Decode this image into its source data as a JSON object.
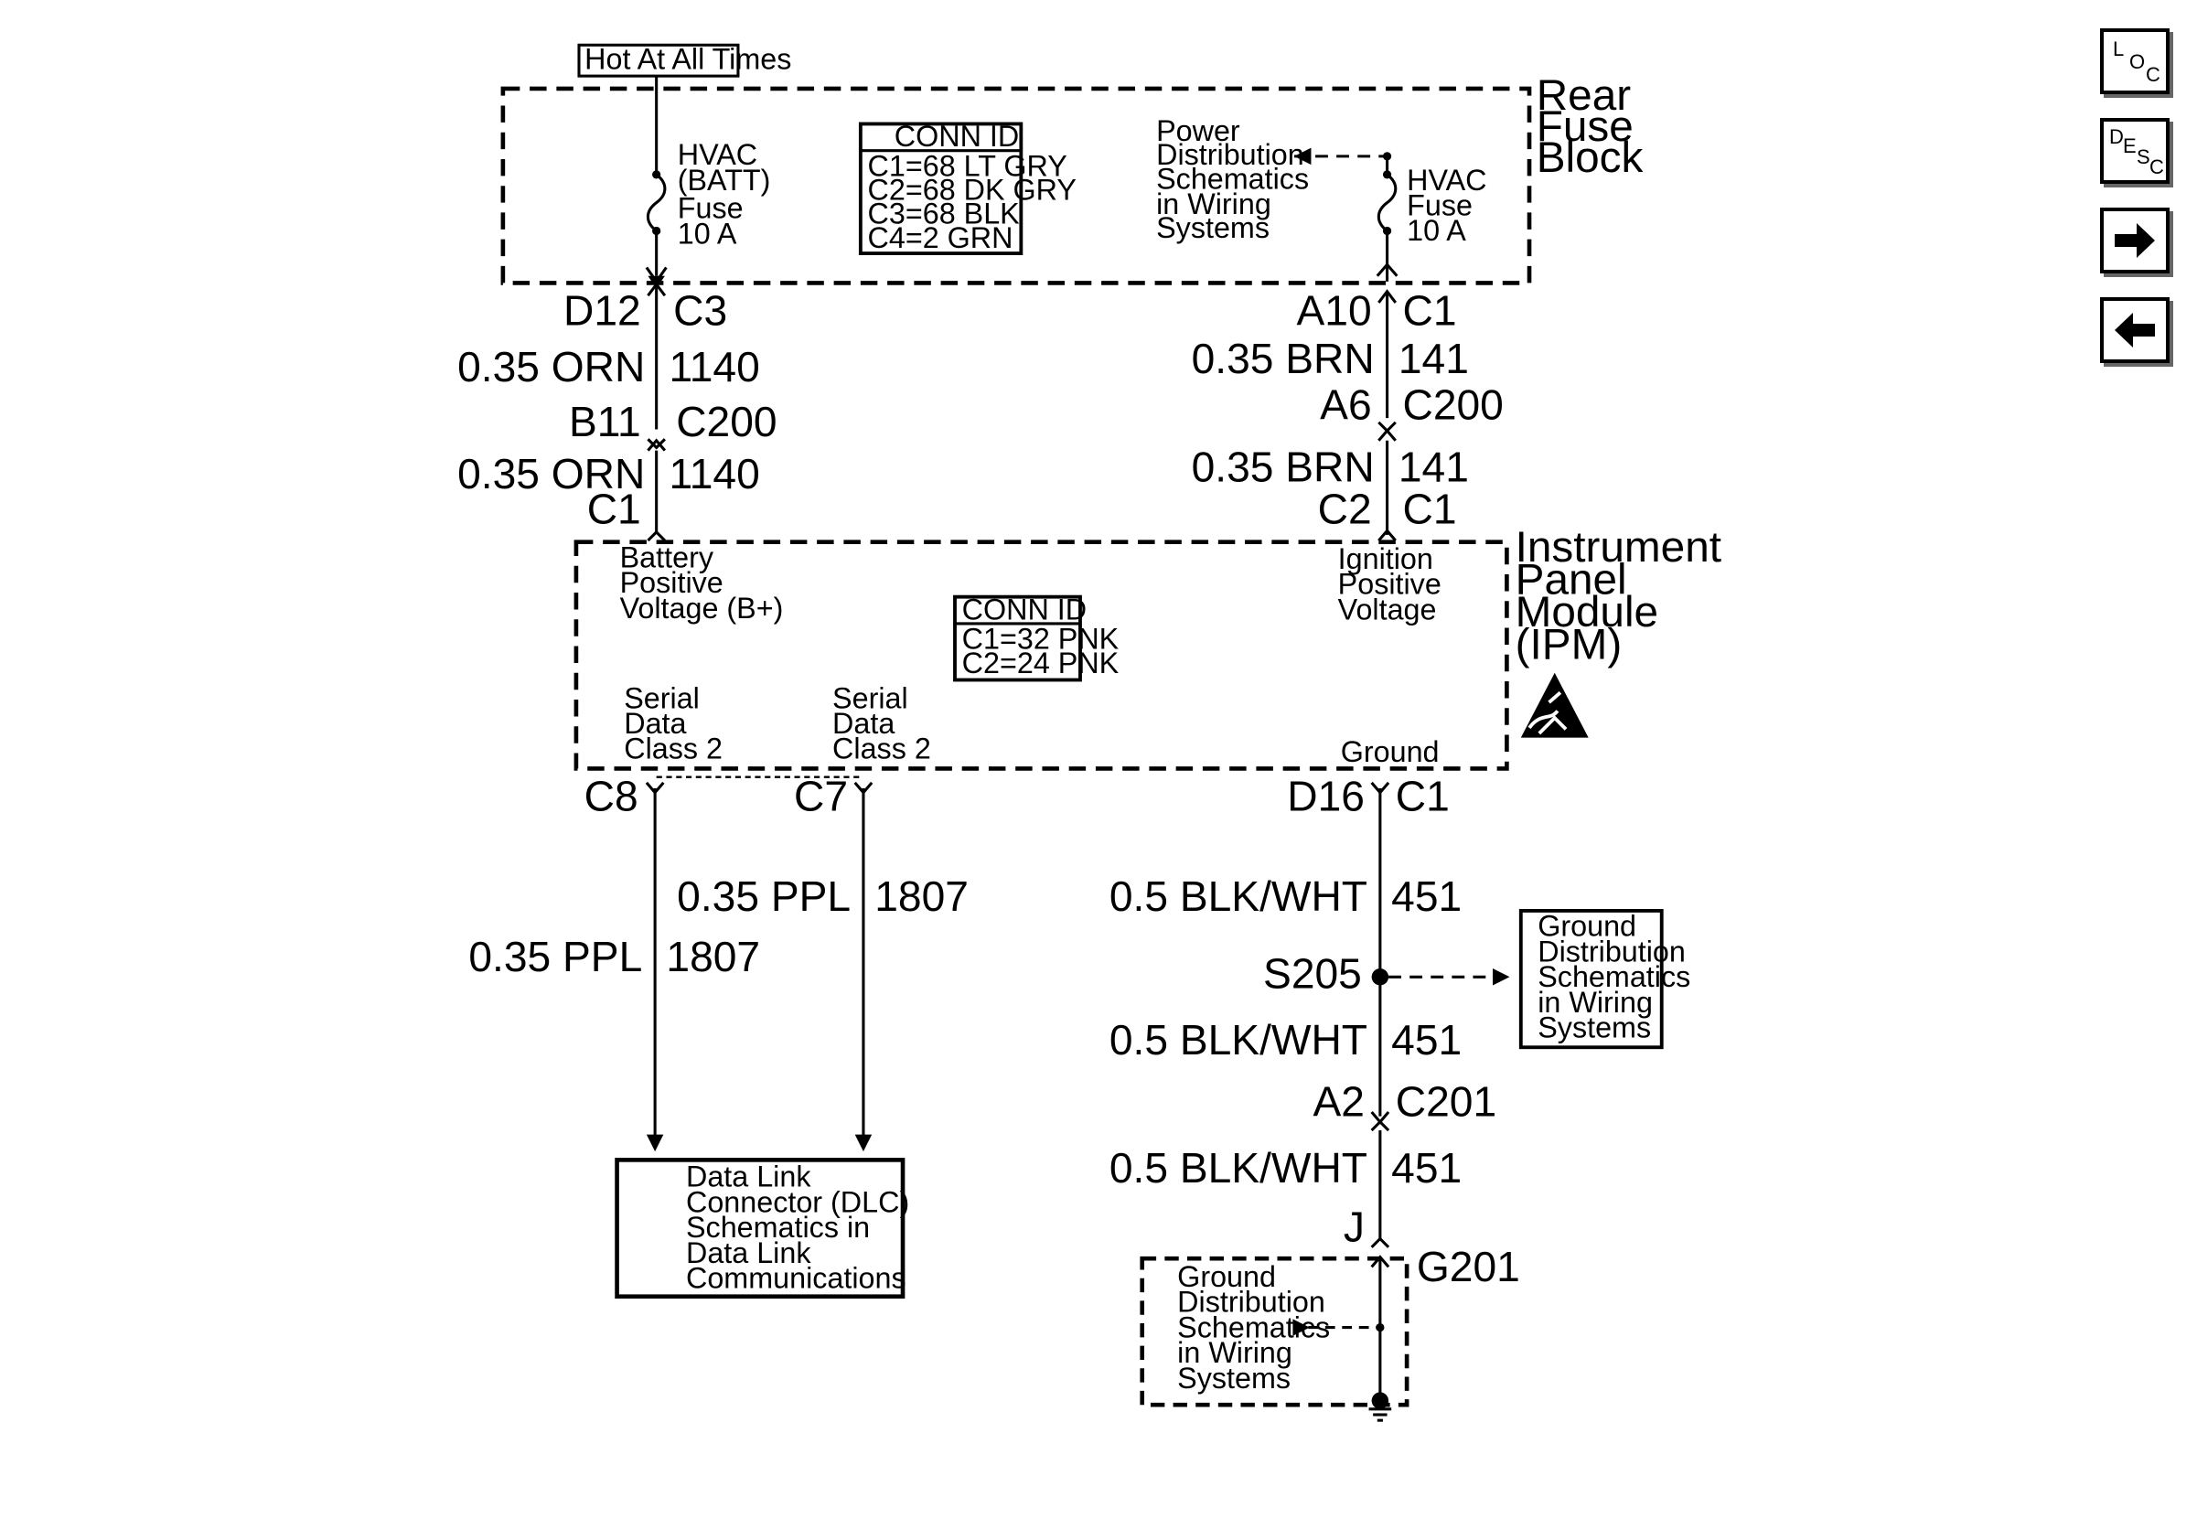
{
  "labels": {
    "hot": "Hot At All Times",
    "rear_fuse_block": [
      "Rear",
      "Fuse",
      "Block"
    ],
    "hvac_batt_fuse": [
      "HVAC",
      "(BATT)",
      "Fuse",
      "10 A"
    ],
    "hvac_fuse": [
      "HVAC",
      "Fuse",
      "10 A"
    ],
    "power_dist": [
      "Power",
      "Distribution",
      "Schematics",
      "in Wiring",
      "Systems"
    ],
    "conn_id_rear": [
      "CONN ID",
      "C1=68 LT GRY",
      "C2=68 DK GRY",
      "C3=68 BLK",
      "C4=2 GRN"
    ],
    "ipm": [
      "Instrument",
      "Panel",
      "Module",
      "(IPM)"
    ],
    "conn_id_ipm": [
      "CONN ID",
      "C1=32 PNK",
      "C2=24 PNK"
    ],
    "battery_positive": [
      "Battery",
      "Positive",
      "Voltage (B+)"
    ],
    "ignition_positive": [
      "Ignition",
      "Positive",
      "Voltage"
    ],
    "serial_data_1": [
      "Serial",
      "Data",
      "Class 2"
    ],
    "serial_data_2": [
      "Serial",
      "Data",
      "Class 2"
    ],
    "ground": "Ground",
    "ground_dist_right": [
      "Ground",
      "Distribution",
      "Schematics",
      "in Wiring",
      "Systems"
    ],
    "ground_dist_bottom": [
      "Ground",
      "Distribution",
      "Schematics",
      "in Wiring",
      "Systems"
    ],
    "dlc": [
      "Data Link",
      "Connector (DLC)",
      "Schematics in",
      "Data Link",
      "Communications"
    ]
  },
  "connectors": {
    "d12": "D12",
    "c3": "C3",
    "b11": "B11",
    "c200_left": "C200",
    "c1_ipm_left": "C1",
    "a10": "A10",
    "c1_rfb": "C1",
    "a6": "A6",
    "c200_right": "C200",
    "c2_ipm": "C2",
    "c1_ipm_right": "C1",
    "c8": "C8",
    "c7": "C7",
    "d16": "D16",
    "c1_ipm_ground": "C1",
    "s205": "S205",
    "a2": "A2",
    "c201": "C201",
    "j": "J",
    "g201": "G201"
  },
  "wires": {
    "orn_upper_size": "0.35 ORN",
    "orn_upper_circuit": "1140",
    "orn_lower_size": "0.35 ORN",
    "orn_lower_circuit": "1140",
    "brn_upper_size": "0.35 BRN",
    "brn_upper_circuit": "141",
    "brn_lower_size": "0.35 BRN",
    "brn_lower_circuit": "141",
    "ppl_c8_size": "0.35 PPL",
    "ppl_c8_circuit": "1807",
    "ppl_c7_size": "0.35 PPL",
    "ppl_c7_circuit": "1807",
    "blk1_size": "0.5 BLK/WHT",
    "blk1_circuit": "451",
    "blk2_size": "0.5 BLK/WHT",
    "blk2_circuit": "451",
    "blk3_size": "0.5 BLK/WHT",
    "blk3_circuit": "451"
  },
  "nav": {
    "loc": [
      "L",
      "O",
      "C"
    ],
    "desc": [
      "D",
      "E",
      "S",
      "C"
    ],
    "next_icon": "right-arrow-icon",
    "prev_icon": "left-arrow-icon"
  }
}
